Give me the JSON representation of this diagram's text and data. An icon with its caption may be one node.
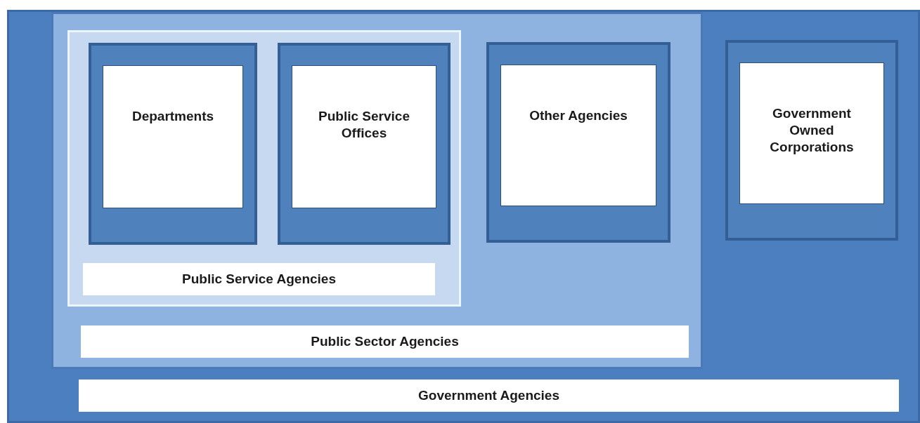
{
  "diagram": {
    "nodes": [
      {
        "text": [
          "Government Agencies"
        ]
      },
      {
        "text": [
          "Public Sector Agencies"
        ],
        "in": 0
      },
      {
        "text": [
          "Public Service Agencies"
        ],
        "in": 1
      },
      {
        "text": [
          "Departments"
        ],
        "in": 2
      },
      {
        "text": [
          "Public Service Offices"
        ],
        "in": 2
      },
      {
        "text": [
          "Other Agencies"
        ],
        "in": 1
      },
      {
        "text": [
          "Government Owned Corporations"
        ],
        "in": 0
      }
    ]
  }
}
